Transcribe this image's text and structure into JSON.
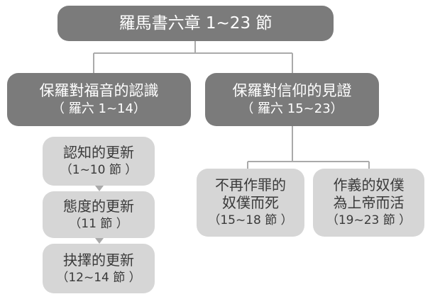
{
  "title": "羅馬書六章 1~23 節",
  "left_branch": {
    "title": "保羅對福音的認識",
    "ref": "（ 羅六 1~14）",
    "items": [
      {
        "title": "認知的更新",
        "ref": "（1~10 節 ）"
      },
      {
        "title": "態度的更新",
        "ref": "（11 節 ）"
      },
      {
        "title": "抉擇的更新",
        "ref": "（12~14 節 ）"
      }
    ]
  },
  "right_branch": {
    "title": "保羅對信仰的見證",
    "ref": "（ 羅六 15~23）",
    "items": [
      {
        "line1": "不再作罪的",
        "line2": "奴僕而死",
        "ref": "（15~18 節 ）"
      },
      {
        "line1": "作義的奴僕",
        "line2": "為上帝而活",
        "ref": "（19~23 節 ）"
      }
    ]
  },
  "colors": {
    "dark_box": "#7b7b7b",
    "light_box": "#d6d6d6",
    "connector": "#aaaaaa"
  }
}
